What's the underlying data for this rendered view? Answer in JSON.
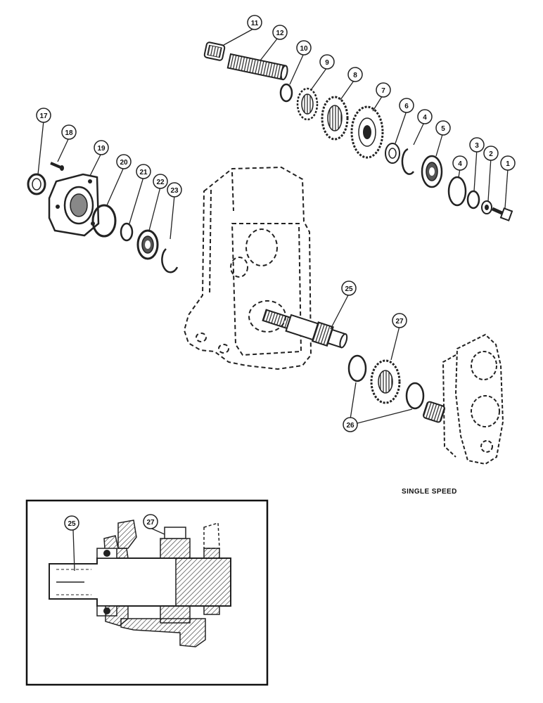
{
  "caption": "SINGLE SPEED",
  "callouts": [
    "1",
    "2",
    "3",
    "4",
    "5",
    "6",
    "7",
    "8",
    "9",
    "10",
    "11",
    "12",
    "17",
    "18",
    "19",
    "20",
    "21",
    "22",
    "23",
    "25",
    "26",
    "27"
  ],
  "inset_callouts": [
    "25",
    "27"
  ]
}
